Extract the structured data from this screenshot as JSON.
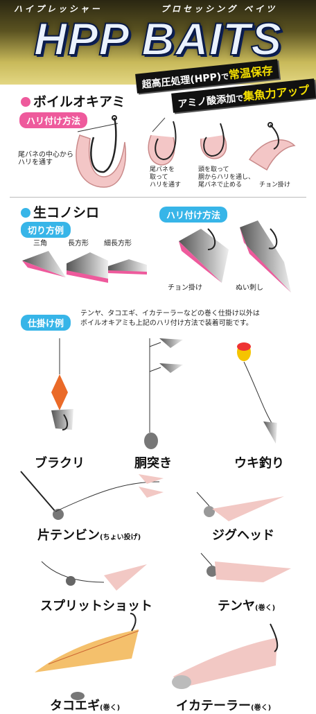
{
  "header": {
    "kana_left": "ハイプレッシャー",
    "kana_right": "プロセッシング ベイツ",
    "title": "HPP BAITS",
    "tag1_prefix": "超高圧処理(HPP)",
    "tag1_mid": "で",
    "tag1_hl": "常温保存",
    "tag2_prefix": "アミノ酸添加",
    "tag2_mid": "で",
    "tag2_hl": "集魚力アップ"
  },
  "boil": {
    "title": "ボイルオキアミ",
    "hook_method": "ハリ付け方法",
    "label1": "尾バネの中心から\nハリを通す",
    "label2": "尾バネを\n取って\nハリを通す",
    "label3": "頭を取って\n胴からハリを通し、\n尾バネで止める",
    "label4": "チョン掛け"
  },
  "konoshiro": {
    "title": "生コノシロ",
    "cut_example": "切り方例",
    "cut1": "三角",
    "cut2": "長方形",
    "cut3": "細長方形",
    "hook_method": "ハリ付け方法",
    "hook1": "チョン掛け",
    "hook2": "ぬい刺し"
  },
  "rig": {
    "title": "仕掛け例",
    "note": "テンヤ、タコエギ、イカテーラーなどの巻く仕掛け以外は\nボイルオキアミも上記のハリ付け方法で装着可能です。",
    "items": [
      {
        "name": "ブラクリ",
        "sub": ""
      },
      {
        "name": "胴突き",
        "sub": ""
      },
      {
        "name": "ウキ釣り",
        "sub": ""
      },
      {
        "name": "片テンビン",
        "sub": "(ちょい投げ)"
      },
      {
        "name": "ジグヘッド",
        "sub": ""
      },
      {
        "name": "スプリットショット",
        "sub": ""
      },
      {
        "name": "テンヤ",
        "sub": "(巻く)"
      },
      {
        "name": "タコエギ",
        "sub": "(巻く)"
      },
      {
        "name": "イカテーラー",
        "sub": "(巻く)"
      }
    ]
  },
  "colors": {
    "pink": "#ee5a9c",
    "blue": "#37b5e8",
    "gold": "#c8b95a",
    "navy": "#0b1e55"
  }
}
